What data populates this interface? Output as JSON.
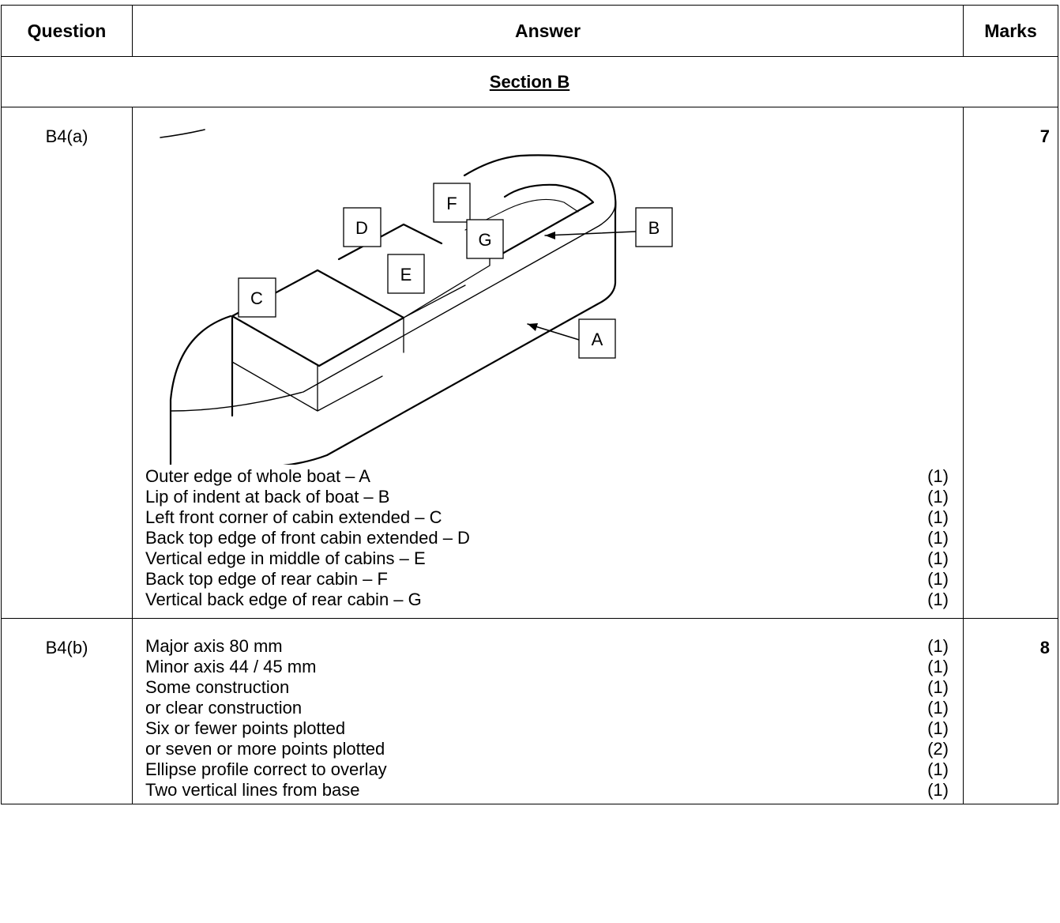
{
  "headers": {
    "question": "Question",
    "answer": "Answer",
    "marks": "Marks"
  },
  "section_title": "Section B",
  "rows": [
    {
      "question": "B4(a)",
      "marks": "7",
      "diagram_labels": [
        "A",
        "B",
        "C",
        "D",
        "E",
        "F",
        "G"
      ],
      "lines": [
        {
          "text": "Outer edge of whole boat – A",
          "points": "(1)"
        },
        {
          "text": "Lip of indent at back of boat – B",
          "points": "(1)"
        },
        {
          "text": "Left front corner of cabin extended – C",
          "points": "(1)"
        },
        {
          "text": "Back top edge of front cabin extended – D",
          "points": "(1)"
        },
        {
          "text": "Vertical edge in middle of cabins – E",
          "points": "(1)"
        },
        {
          "text": "Back top edge of rear cabin – F",
          "points": "(1)"
        },
        {
          "text": "Vertical back edge of rear cabin – G",
          "points": "(1)"
        }
      ]
    },
    {
      "question": "B4(b)",
      "marks": "8",
      "lines": [
        {
          "text": "Major axis 80 mm",
          "points": "(1)"
        },
        {
          "text": "Minor axis 44 / 45 mm",
          "points": "(1)"
        },
        {
          "text": "Some construction",
          "points": "(1)"
        },
        {
          "text": "or clear construction",
          "points": "(1)"
        },
        {
          "text": "Six or fewer points plotted",
          "points": "(1)"
        },
        {
          "text": "or seven or more points plotted",
          "points": "(2)"
        },
        {
          "text": "Ellipse profile correct to overlay",
          "points": "(1)"
        },
        {
          "text": "Two vertical lines from base",
          "points": "(1)"
        }
      ]
    }
  ]
}
